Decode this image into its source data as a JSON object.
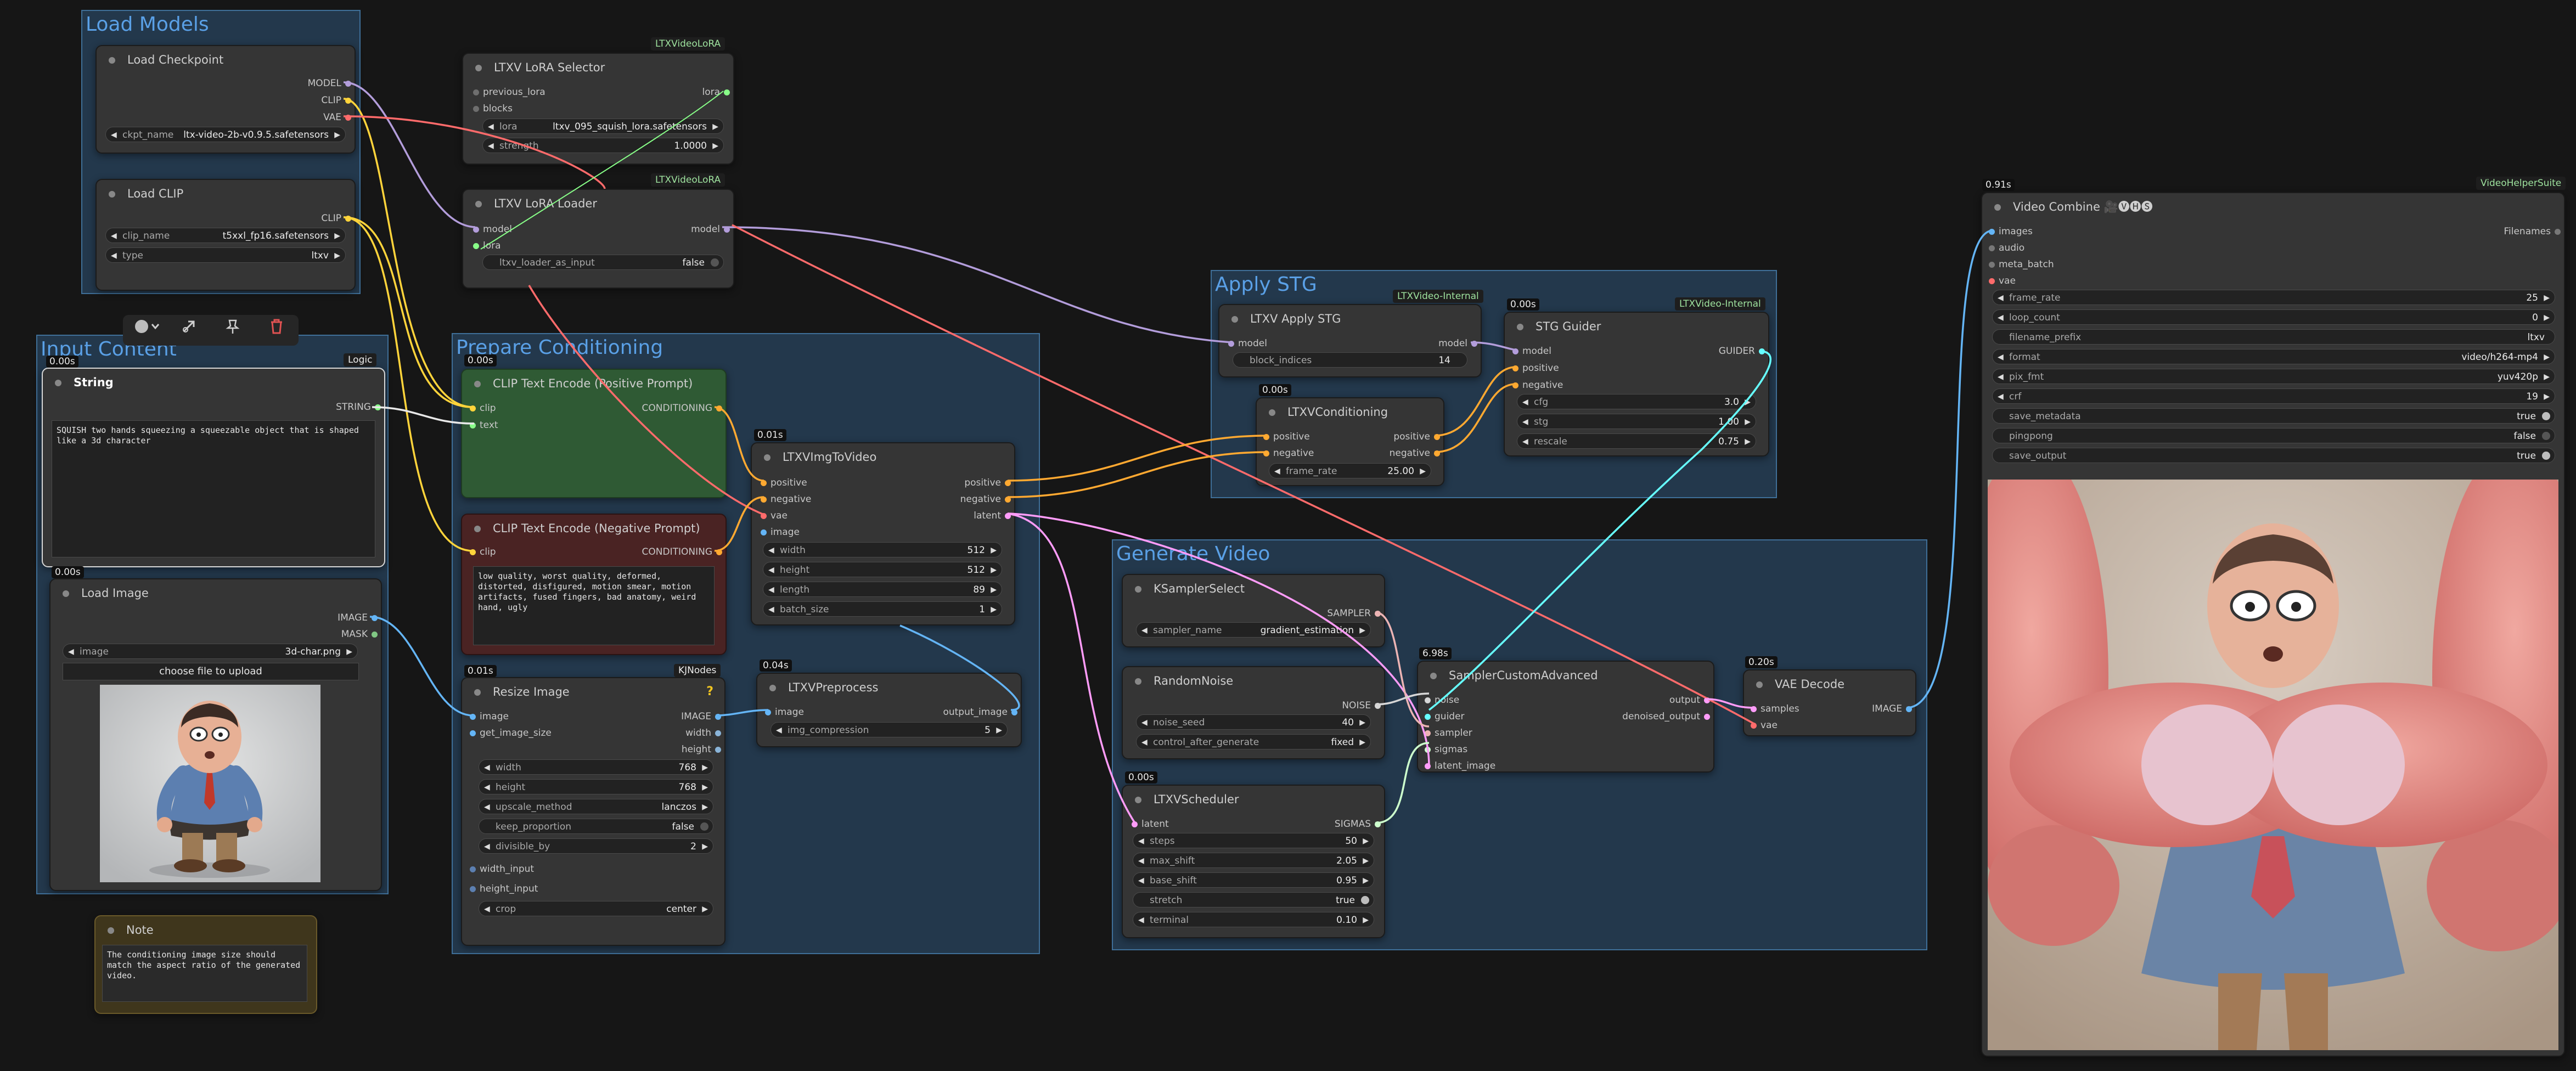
{
  "groups": {
    "load_models": "Load Models",
    "input_content": "Input Content",
    "prepare_conditioning": "Prepare Conditioning",
    "apply_stg": "Apply STG",
    "generate_video": "Generate Video"
  },
  "nodes": {
    "load_checkpoint": {
      "title": "Load Checkpoint",
      "out_model": "MODEL",
      "out_clip": "CLIP",
      "out_vae": "VAE",
      "ckpt_label": "ckpt_name",
      "ckpt_value": "ltx-video-2b-v0.9.5.safetensors"
    },
    "load_clip": {
      "title": "Load CLIP",
      "out_clip": "CLIP",
      "clip_label": "clip_name",
      "clip_value": "t5xxl_fp16.safetensors",
      "type_label": "type",
      "type_value": "ltxv"
    },
    "lora_selector": {
      "title": "LTXV LoRA Selector",
      "badge": "LTXVideoLoRA",
      "in_prev": "previous_lora",
      "in_blocks": "blocks",
      "out_lora": "lora",
      "lora_label": "lora",
      "lora_value": "ltxv_095_squish_lora.safetensors",
      "strength_label": "strength",
      "strength_value": "1.0000"
    },
    "lora_loader": {
      "title": "LTXV LoRA Loader",
      "badge": "LTXVideoLoRA",
      "in_model": "model",
      "in_lora": "lora",
      "out_model": "model",
      "toggle_label": "ltxv_loader_as_input",
      "toggle_value": "false"
    },
    "string": {
      "title": "String",
      "badge": "Logic",
      "time": "0.00s",
      "out": "STRING",
      "text": "SQUISH two hands squeezing a squeezable object that is shaped like a 3d character"
    },
    "load_image": {
      "title": "Load Image",
      "time": "0.00s",
      "out_image": "IMAGE",
      "out_mask": "MASK",
      "image_label": "image",
      "image_value": "3d-char.png",
      "upload_label": "choose file to upload"
    },
    "note": {
      "title": "Note",
      "text": "The conditioning image size should match the aspect ratio of the generated video."
    },
    "clip_pos": {
      "title": "CLIP Text Encode (Positive Prompt)",
      "time": "0.00s",
      "in_clip": "clip",
      "in_text": "text",
      "out": "CONDITIONING"
    },
    "clip_neg": {
      "title": "CLIP Text Encode (Negative Prompt)",
      "in_clip": "clip",
      "out": "CONDITIONING",
      "text": "low quality, worst quality, deformed, distorted, disfigured, motion smear, motion artifacts, fused fingers, bad anatomy, weird hand, ugly"
    },
    "img_to_video": {
      "title": "LTXVImgToVideo",
      "time": "0.01s",
      "in_positive": "positive",
      "in_negative": "negative",
      "in_vae": "vae",
      "in_image": "image",
      "out_positive": "positive",
      "out_negative": "negative",
      "out_latent": "latent",
      "w_label": "width",
      "w_value": "512",
      "h_label": "height",
      "h_value": "512",
      "len_label": "length",
      "len_value": "89",
      "bs_label": "batch_size",
      "bs_value": "1"
    },
    "resize": {
      "title": "Resize Image",
      "time": "0.01s",
      "badge": "KJNodes",
      "badge2": "?",
      "in_image": "image",
      "in_get": "get_image_size",
      "out_image": "IMAGE",
      "out_width": "width",
      "out_height": "height",
      "w_label": "width",
      "w_value": "768",
      "h_label": "height",
      "h_value": "768",
      "up_label": "upscale_method",
      "up_value": "lanczos",
      "kp_label": "keep_proportion",
      "kp_value": "false",
      "div_label": "divisible_by",
      "div_value": "2",
      "in_width": "width_input",
      "in_height": "height_input",
      "crop_label": "crop",
      "crop_value": "center"
    },
    "preprocess": {
      "title": "LTXVPreprocess",
      "time": "0.04s",
      "in_image": "image",
      "out_image": "output_image",
      "comp_label": "img_compression",
      "comp_value": "5"
    },
    "apply_stg": {
      "title": "LTXV Apply STG",
      "badge": "LTXVideo-Internal",
      "in_model": "model",
      "out_model": "model",
      "bi_label": "block_indices",
      "bi_value": "14"
    },
    "conditioning": {
      "title": "LTXVConditioning",
      "time": "0.00s",
      "in_positive": "positive",
      "in_negative": "negative",
      "out_positive": "positive",
      "out_negative": "negative",
      "fr_label": "frame_rate",
      "fr_value": "25.00"
    },
    "stg_guider": {
      "title": "STG Guider",
      "time": "0.00s",
      "badge": "LTXVideo-Internal",
      "in_model": "model",
      "in_positive": "positive",
      "in_negative": "negative",
      "out": "GUIDER",
      "cfg_label": "cfg",
      "cfg_value": "3.0",
      "stg_label": "stg",
      "stg_value": "1.00",
      "rescale_label": "rescale",
      "rescale_value": "0.75"
    },
    "ksampler_select": {
      "title": "KSamplerSelect",
      "out": "SAMPLER",
      "sn_label": "sampler_name",
      "sn_value": "gradient_estimation"
    },
    "random_noise": {
      "title": "RandomNoise",
      "out": "NOISE",
      "seed_label": "noise_seed",
      "seed_value": "40",
      "cag_label": "control_after_generate",
      "cag_value": "fixed"
    },
    "scheduler": {
      "title": "LTXVScheduler",
      "time": "0.00s",
      "in_latent": "latent",
      "out": "SIGMAS",
      "steps_label": "steps",
      "steps_value": "50",
      "max_label": "max_shift",
      "max_value": "2.05",
      "base_label": "base_shift",
      "base_value": "0.95",
      "stretch_label": "stretch",
      "stretch_value": "true",
      "term_label": "terminal",
      "term_value": "0.10"
    },
    "sampler_custom": {
      "title": "SamplerCustomAdvanced",
      "time": "6.98s",
      "in_noise": "noise",
      "in_guider": "guider",
      "in_sampler": "sampler",
      "in_sigmas": "sigmas",
      "in_latent": "latent_image",
      "out_output": "output",
      "out_denoised": "denoised_output"
    },
    "vae_decode": {
      "title": "VAE Decode",
      "time": "0.20s",
      "in_samples": "samples",
      "in_vae": "vae",
      "out": "IMAGE"
    },
    "video_combine": {
      "title": "Video Combine 🎥🅥🅗🅢",
      "time": "0.91s",
      "badge": "VideoHelperSuite",
      "in_images": "images",
      "in_audio": "audio",
      "in_meta": "meta_batch",
      "in_vae": "vae",
      "out": "Filenames",
      "fr_label": "frame_rate",
      "fr_value": "25",
      "lc_label": "loop_count",
      "lc_value": "0",
      "fp_label": "filename_prefix",
      "fp_value": "ltxv",
      "fmt_label": "format",
      "fmt_value": "video/h264-mp4",
      "pix_label": "pix_fmt",
      "pix_value": "yuv420p",
      "crf_label": "crf",
      "crf_value": "19",
      "sm_label": "save_metadata",
      "sm_value": "true",
      "pp_label": "pingpong",
      "pp_value": "false",
      "so_label": "save_output",
      "so_value": "true"
    }
  },
  "toolbar": {
    "color_icon": "color-circle-icon",
    "bypass_icon": "bypass-icon",
    "pin_icon": "pin-icon",
    "delete_icon": "trash-icon"
  },
  "colors": {
    "background": "#161616",
    "group": "#30567a",
    "node": "#353535",
    "wire_model": "#b39ddb",
    "wire_clip": "#ffd43b",
    "wire_vae": "#ff6b6b",
    "wire_conditioning": "#ffa931",
    "wire_image": "#64b5f6",
    "wire_latent": "#ff9cf9",
    "wire_guider": "#66ffff",
    "wire_string": "#88ff88"
  }
}
